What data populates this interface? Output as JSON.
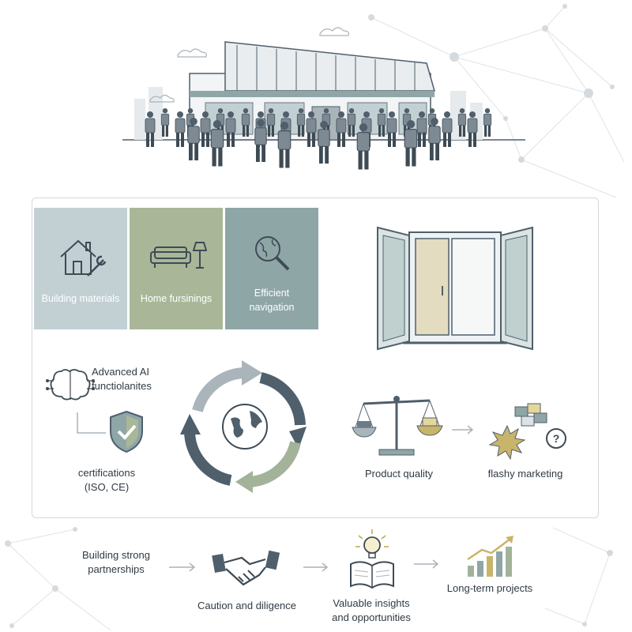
{
  "tiles": [
    {
      "label": "Building materials",
      "icon": "house-wrench-icon",
      "color": "#c2d0d4"
    },
    {
      "label": "Home fursinings",
      "icon": "sofa-lamp-icon",
      "color": "#a9b798"
    },
    {
      "label": "Efficient\nnavigation",
      "icon": "globe-magnifier-icon",
      "color": "#8fa6a7"
    }
  ],
  "middle": {
    "ai_label": "Advanced AI\nfunctiolanites",
    "cert_label": "certifications\n(ISO, CE)",
    "quality_label": "Product quality",
    "marketing_label": "flashy marketing"
  },
  "bottom": {
    "partnerships": "Building strong\npartnerships",
    "caution": "Caution and diligence",
    "insights": "Valuable insights\nand opportunities",
    "projects": "Long-term projects"
  },
  "colors": {
    "slate": "#4f5f6c",
    "sage": "#a3b39a",
    "teal": "#8fa6a7",
    "light_slate": "#aab4bb",
    "gold": "#c8b46a"
  }
}
